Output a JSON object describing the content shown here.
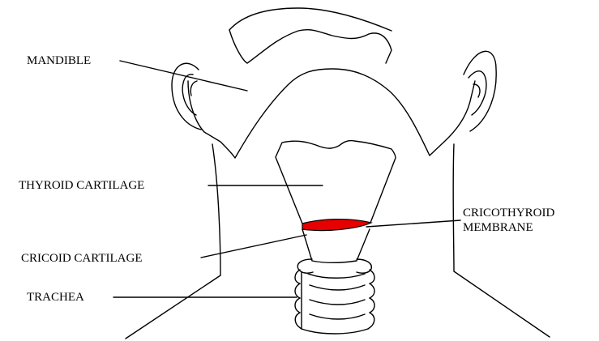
{
  "labels": {
    "mandible": "MANDIBLE",
    "thyroid_cartilage": "THYROID CARTILAGE",
    "cricoid_cartilage": "CRICOID CARTILAGE",
    "trachea": "TRACHEA",
    "cricothyroid_line1": "CRICOTHYROID",
    "cricothyroid_line2": "MEMBRANE"
  },
  "colors": {
    "outline": "#000000",
    "membrane_fill": "#e60000",
    "background": "#ffffff"
  }
}
